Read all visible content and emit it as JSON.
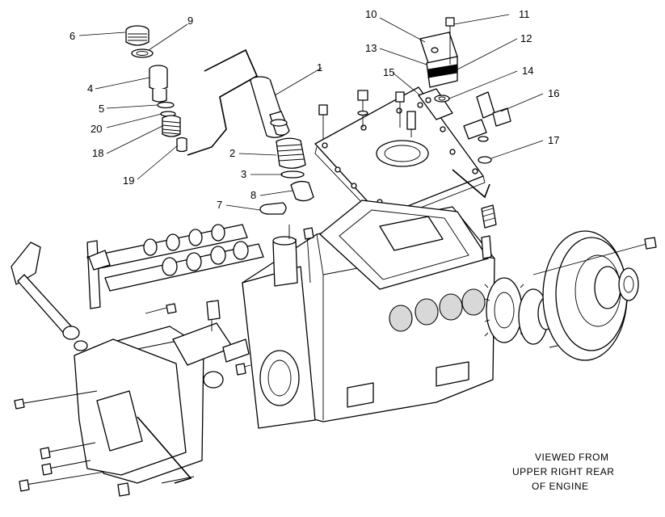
{
  "callouts": [
    {
      "id": "1",
      "label": "1"
    },
    {
      "id": "2",
      "label": "2"
    },
    {
      "id": "3",
      "label": "3"
    },
    {
      "id": "4",
      "label": "4"
    },
    {
      "id": "5",
      "label": "5"
    },
    {
      "id": "6",
      "label": "6"
    },
    {
      "id": "7",
      "label": "7"
    },
    {
      "id": "8",
      "label": "8"
    },
    {
      "id": "9",
      "label": "9"
    },
    {
      "id": "10",
      "label": "10"
    },
    {
      "id": "11",
      "label": "11"
    },
    {
      "id": "12",
      "label": "12"
    },
    {
      "id": "13",
      "label": "13"
    },
    {
      "id": "14",
      "label": "14"
    },
    {
      "id": "15",
      "label": "15"
    },
    {
      "id": "16",
      "label": "16"
    },
    {
      "id": "17",
      "label": "17"
    },
    {
      "id": "18",
      "label": "18"
    },
    {
      "id": "19",
      "label": "19"
    },
    {
      "id": "20",
      "label": "20"
    }
  ],
  "view_note": {
    "line1": "VIEWED FROM",
    "line2": "UPPER RIGHT REAR",
    "line3": "OF ENGINE"
  }
}
